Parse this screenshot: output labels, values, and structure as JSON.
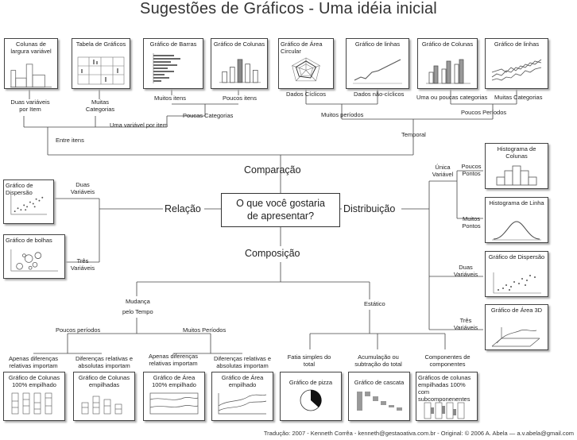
{
  "title": "Sugestões de Gráficos - Uma idéia inicial",
  "center": [
    "O que você gostaria",
    "de apresentar?"
  ],
  "branches": {
    "comparacao": "Comparação",
    "relacao": "Relação",
    "distribuicao": "Distribuição",
    "composicao": "Composição"
  },
  "top_boxes": [
    "Colunas de largura variável",
    "Tabela de Gráficos",
    "Gráfico de Barras",
    "Gráfico de Colunas",
    "Gráfico de Área Circular",
    "Gráfico de linhas",
    "Gráfico de Colunas",
    "Gráfico de linhas"
  ],
  "top_labels": {
    "duas_variaveis_item": "Duas variáveis por Item",
    "muitas_categorias": "Muitas Categorias",
    "muitos_itens": "Muitos itens",
    "poucos_itens": "Poucos itens",
    "dados_ciclicos": "Dados Cíclicos",
    "dados_nao_ciclicos": "Dados não-cíclicos",
    "uma_ou_poucas": "Uma ou poucas categorias",
    "muitas_categorias2": "Muitas  Categorias",
    "poucas_categorias": "Poucas Categorias",
    "uma_variavel_item": "Uma variável por item",
    "muitos_periodos": "Muitos períodos",
    "poucos_periodos": "Poucos Períodos",
    "entre_itens": "Entre itens",
    "temporal": "Temporal"
  },
  "relacao": {
    "duas_variaveis": "Duas Variáveis",
    "tres_variaveis": "Três Variáveis",
    "box_dispersao": "Gráfico de Dispersão",
    "box_bolhas": "Gráfico de bolhas"
  },
  "distribuicao": {
    "unica_variavel": "Única Variável",
    "poucos_pontos": "Poucos Pontos",
    "muitos_pontos": "Muitos Pontos",
    "duas_variaveis": "Duas Variáveis",
    "tres_variaveis": "Três Variáveis",
    "box_histograma_colunas": "Histograma de Colunas",
    "box_histograma_linha": "Histograma de Linha",
    "box_dispersao": "Gráfico de Dispersão",
    "box_area3d": "Gráfico de Área 3D"
  },
  "composicao": {
    "mudanca": "Mudança",
    "pelo_tempo": "pelo Tempo",
    "estatico": "Estático",
    "poucos_periodos": "Poucos períodos",
    "muitos_periodos": "Muitos Períodos",
    "apenas_dif_1": "Apenas diferenças relativas importam",
    "dif_rel_abs_1": "Diferenças relativas e absolutas importam",
    "apenas_dif_2": "Apenas diferenças relativas importam",
    "dif_rel_abs_2": "Diferenças relativas e absolutas importam",
    "fatia_simples": "Fatia simples do total",
    "acumulacao": "Acumulação ou subtração do total",
    "componentes": "Componentes de componentes",
    "box_colunas_100": "Gráfico de Colunas 100% empilhado",
    "box_colunas_emp": "Gráfico de Colunas empilhadas",
    "box_area_100": "Gráfico de Área 100% empilhado",
    "box_area_emp": "Gráfico de Área empilhado",
    "box_pizza": "Gráfico de pizza",
    "box_cascata": "Gráfico de cascata",
    "box_colunas_subcomp": "Gráficos de colunas empilhadas 100% com subcomponenentes"
  },
  "footer": "Tradução: 2007 - Kenneth Corrêa - kenneth@gestaoativa.com.br - Original: © 2006  A. Abela — a.v.abela@gmail.com"
}
